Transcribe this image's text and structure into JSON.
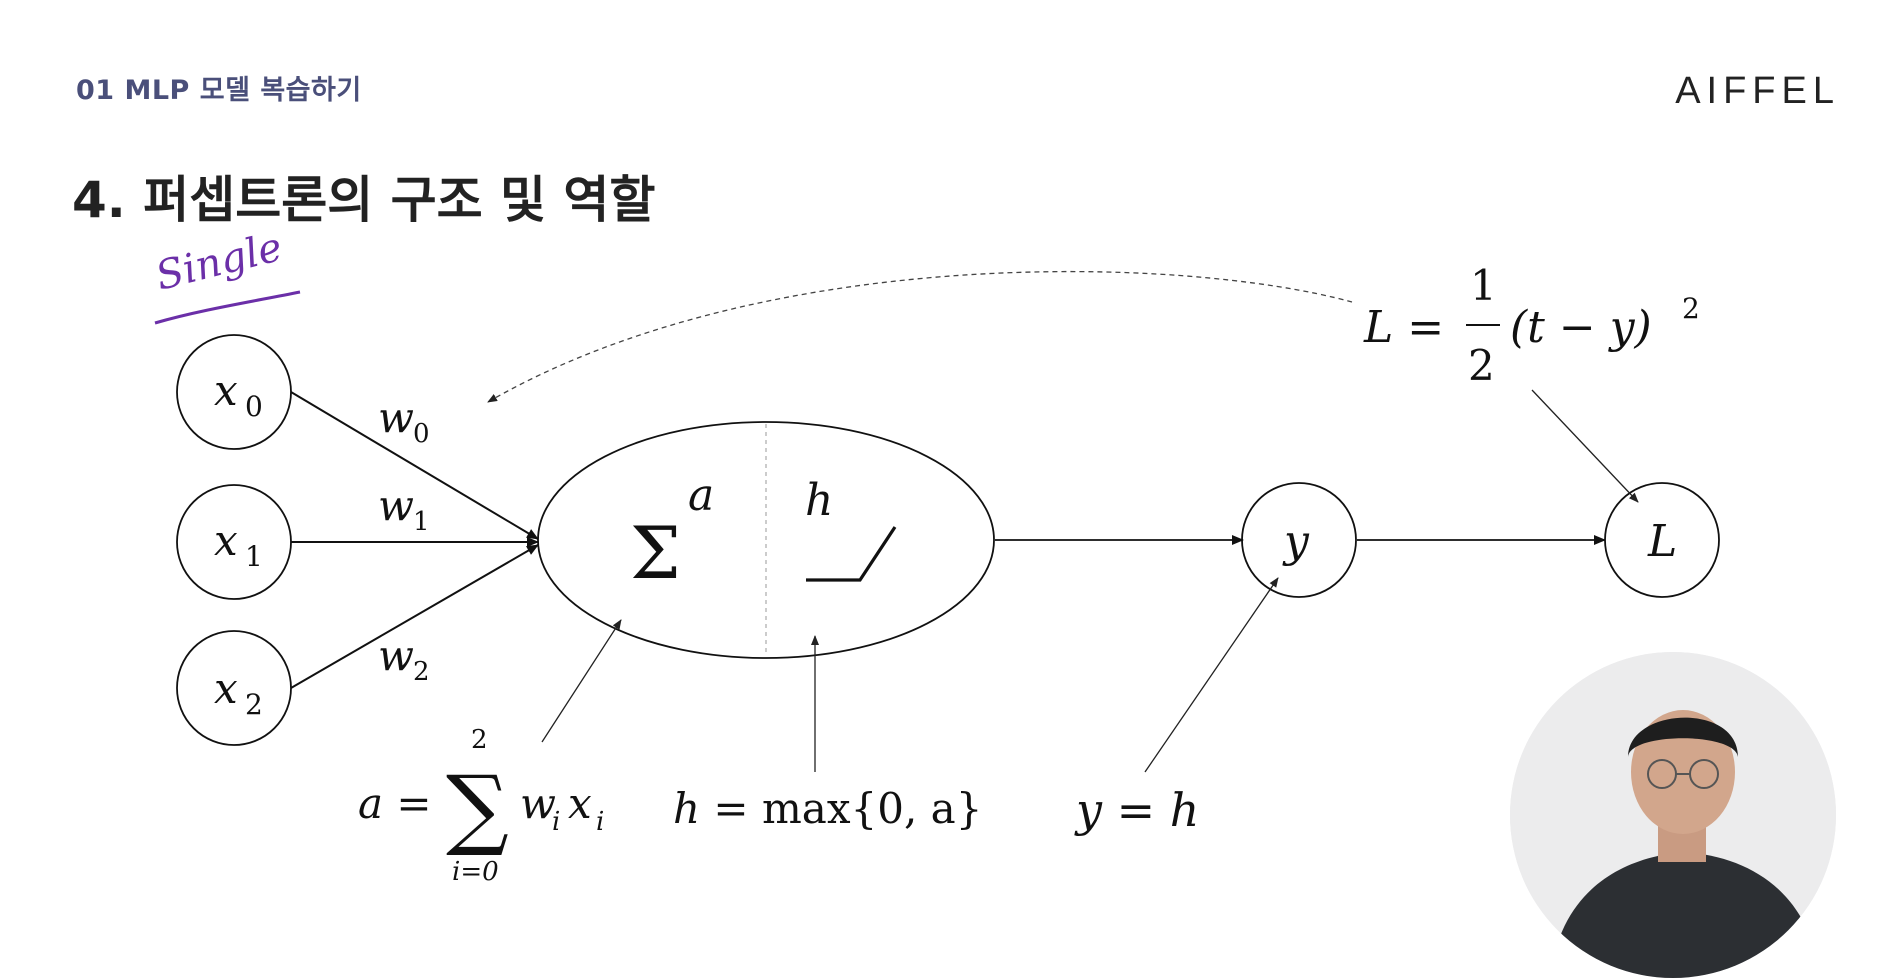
{
  "header": {
    "section_label": "01 MLP 모델 복습하기",
    "brand": "AIFFEL"
  },
  "slide": {
    "title": "4. 퍼셉트론의 구조 및 역할"
  },
  "annotation": {
    "handwriting": "Single"
  },
  "diagram": {
    "inputs": [
      {
        "var": "x",
        "sub": "0"
      },
      {
        "var": "x",
        "sub": "1"
      },
      {
        "var": "x",
        "sub": "2"
      }
    ],
    "weights": [
      {
        "var": "w",
        "sub": "0"
      },
      {
        "var": "w",
        "sub": "1"
      },
      {
        "var": "w",
        "sub": "2"
      }
    ],
    "neuron": {
      "sum_symbol": "Σ",
      "sum_output": "a",
      "activation_label": "h"
    },
    "output_node": "y",
    "loss_node": "L",
    "formulas": {
      "sum": {
        "lhs": "a =",
        "upper": "2",
        "lower": "i=0",
        "term_w": "w",
        "term_w_sub": "i",
        "term_x": "x",
        "term_x_sub": "i"
      },
      "activation": {
        "lhs": "h",
        "rhs": " = max{0, a}"
      },
      "output": "y = h",
      "loss": {
        "lhs": "L =",
        "num": "1",
        "den": "2",
        "body": "(t − y)",
        "power": "2"
      }
    }
  },
  "colors": {
    "section_label": "#4a4f7a",
    "handwriting": "#6b2fa8",
    "stroke": "#111111"
  }
}
